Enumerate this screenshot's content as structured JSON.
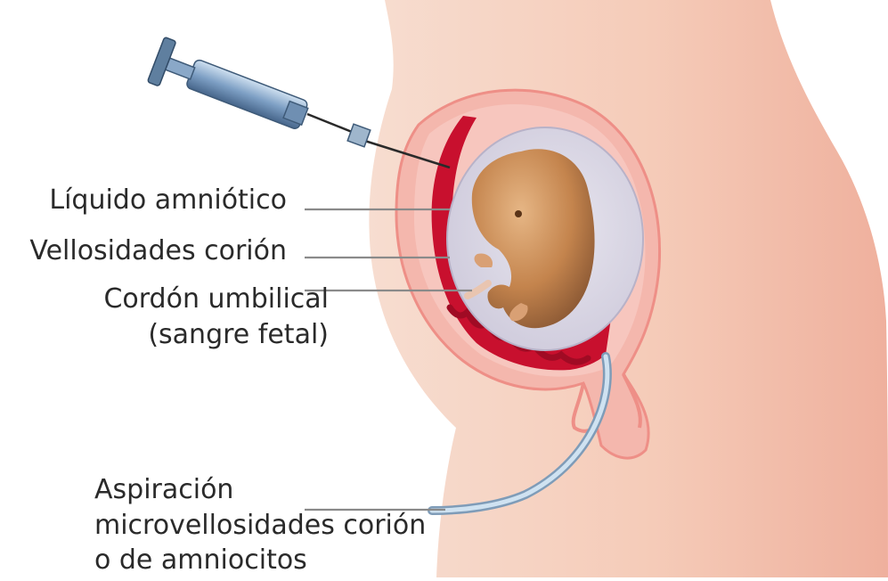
{
  "labels": {
    "amniotic_fluid": "Líquido amniótico",
    "chorionic_villi": "Vellosidades corión",
    "umbilical_cord_1": "Cordón umbilical",
    "umbilical_cord_2": "(sangre fetal)",
    "aspiration_1": "Aspiración",
    "aspiration_2": "microvellosidades corión",
    "aspiration_3": "o de amniocitos"
  },
  "colors": {
    "skin": "#f5d7c5",
    "skin_dark": "#efb6a3",
    "uterus_wall": "#f29a93",
    "placenta": "#c8102e",
    "amniotic_sac": "#dcdbe6",
    "fetus": "#c88a56",
    "syringe": "#7d9fc4",
    "catheter": "#b9d4ea",
    "leader_line": "#8a8a8a"
  },
  "icons": {
    "syringe": "syringe-icon",
    "catheter": "catheter-icon",
    "fetus": "fetus-icon"
  }
}
